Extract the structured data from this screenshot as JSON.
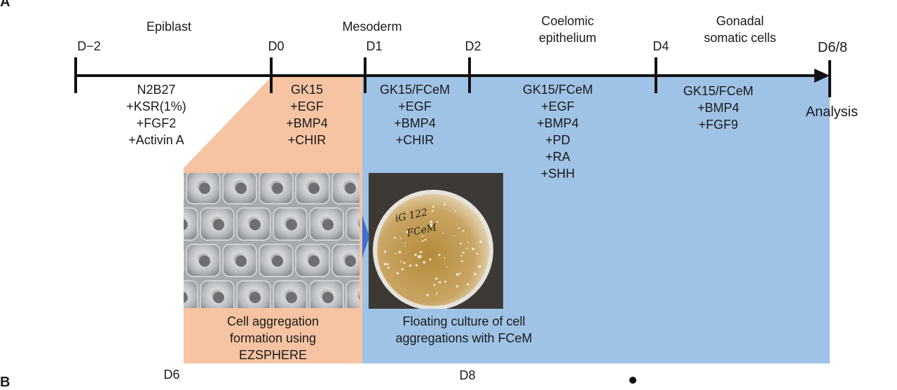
{
  "panel_labels": {
    "top": "A",
    "bottom": "B"
  },
  "stages": [
    "Epiblast",
    "Mesoderm",
    "Coelomic\nepithelium",
    "Gonadal\nsomatic cells"
  ],
  "days": [
    "D−2",
    "D0",
    "D1",
    "D2",
    "D4",
    "D6/8"
  ],
  "analysis": "Analysis",
  "conditions": [
    [
      "N2B27",
      "+KSR(1%)",
      "+FGF2",
      "+Activin A"
    ],
    [
      "GK15",
      "+EGF",
      "+BMP4",
      "+CHIR"
    ],
    [
      "GK15/FCeM",
      "+EGF",
      "+BMP4",
      "+CHIR"
    ],
    [
      "GK15/FCeM",
      "+EGF",
      "+BMP4",
      "+PD",
      "+RA",
      "+SHH"
    ],
    [
      "GK15/FCeM",
      "+BMP4",
      "+FGF9"
    ]
  ],
  "photo_left_caption": [
    "Cell aggregation",
    "formation using",
    "EZSPHERE"
  ],
  "photo_right_caption": [
    "Floating culture of cell",
    "aggregations with FCeM"
  ],
  "dish_handwriting": [
    "iG 122",
    "FCeM"
  ],
  "bottom_labels": [
    "D6",
    "D8"
  ],
  "colors": {
    "orange_region": "#f6c4a2",
    "blue_region": "#9fc3e6",
    "arrow_marker": "#3e6fd1",
    "axis": "#111111"
  }
}
